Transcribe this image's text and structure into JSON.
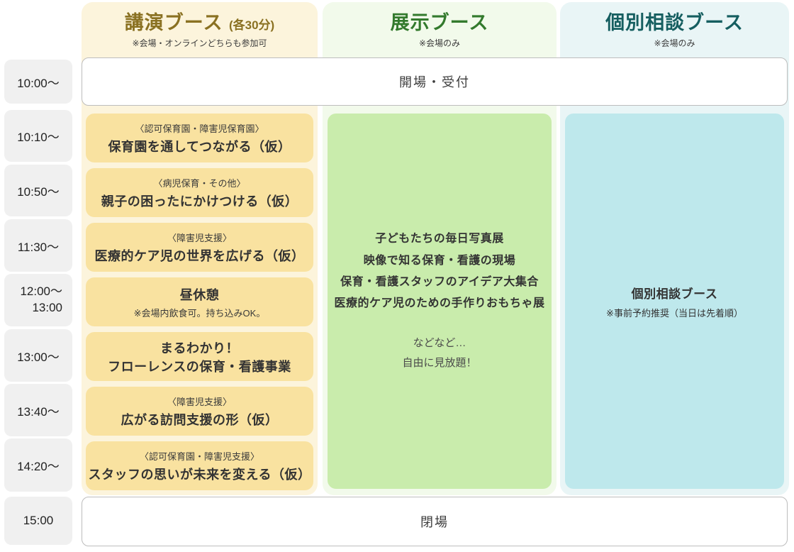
{
  "schedule": {
    "columns": {
      "lecture": {
        "title": "講演ブース",
        "suffix": "(各30分)",
        "subtitle": "※会場・オンラインどちらも参加可"
      },
      "exhibit": {
        "title": "展示ブース",
        "subtitle": "※会場のみ"
      },
      "consult": {
        "title": "個別相談ブース",
        "subtitle": "※会場のみ"
      }
    },
    "times": [
      {
        "label": "10:00～"
      },
      {
        "label": "10:10～"
      },
      {
        "label": "10:50～"
      },
      {
        "label": "11:30～"
      },
      {
        "label": "12:00～",
        "label2": "13:00"
      },
      {
        "label": "13:00～"
      },
      {
        "label": "13:40～"
      },
      {
        "label": "14:20～"
      },
      {
        "label": "15:00"
      }
    ],
    "open_row": {
      "label": "開場・受付"
    },
    "close_row": {
      "label": "閉場"
    },
    "lecture_cards": [
      {
        "category": "〈認可保育園・障害児保育園〉",
        "title": "保育園を通してつながる（仮）"
      },
      {
        "category": "〈病児保育・その他〉",
        "title": "親子の困ったにかけつける（仮）"
      },
      {
        "category": "〈障害児支援〉",
        "title": "医療的ケア児の世界を広げる（仮）"
      },
      {
        "title": "昼休憩",
        "note": "※会場内飲食可。持ち込みOK。"
      },
      {
        "title_line1": "まるわかり！",
        "title_line2": "フローレンスの保育・看護事業"
      },
      {
        "category": "〈障害児支援〉",
        "title": "広がる訪問支援の形（仮）"
      },
      {
        "category": "〈認可保育園・障害児支援〉",
        "title": "スタッフの思いが未来を変える（仮）"
      }
    ],
    "exhibit_card": {
      "features": [
        "子どもたちの毎日写真展",
        "映像で知る保育・看護の現場",
        "保育・看護スタッフのアイデア大集合",
        "医療的ケア児のための手作りおもちゃ展"
      ],
      "notes": [
        "などなど…",
        "自由に見放題！"
      ]
    },
    "consult_card": {
      "title": "個別相談ブース",
      "note": "※事前予約推奨（当日は先着順）"
    },
    "colors": {
      "lecture_accent": "#8a7122",
      "exhibit_accent": "#337a2d",
      "consult_accent": "#155e60",
      "lecture_bg": "#fcf4dc",
      "lecture_card_bg": "#f9e2a0",
      "exhibit_bg": "#f2faeb",
      "exhibit_card_bg": "#c9ecac",
      "consult_bg": "#e9f5f6",
      "consult_card_bg": "#bee8ec",
      "time_cell_bg": "#f0f0f0"
    }
  }
}
